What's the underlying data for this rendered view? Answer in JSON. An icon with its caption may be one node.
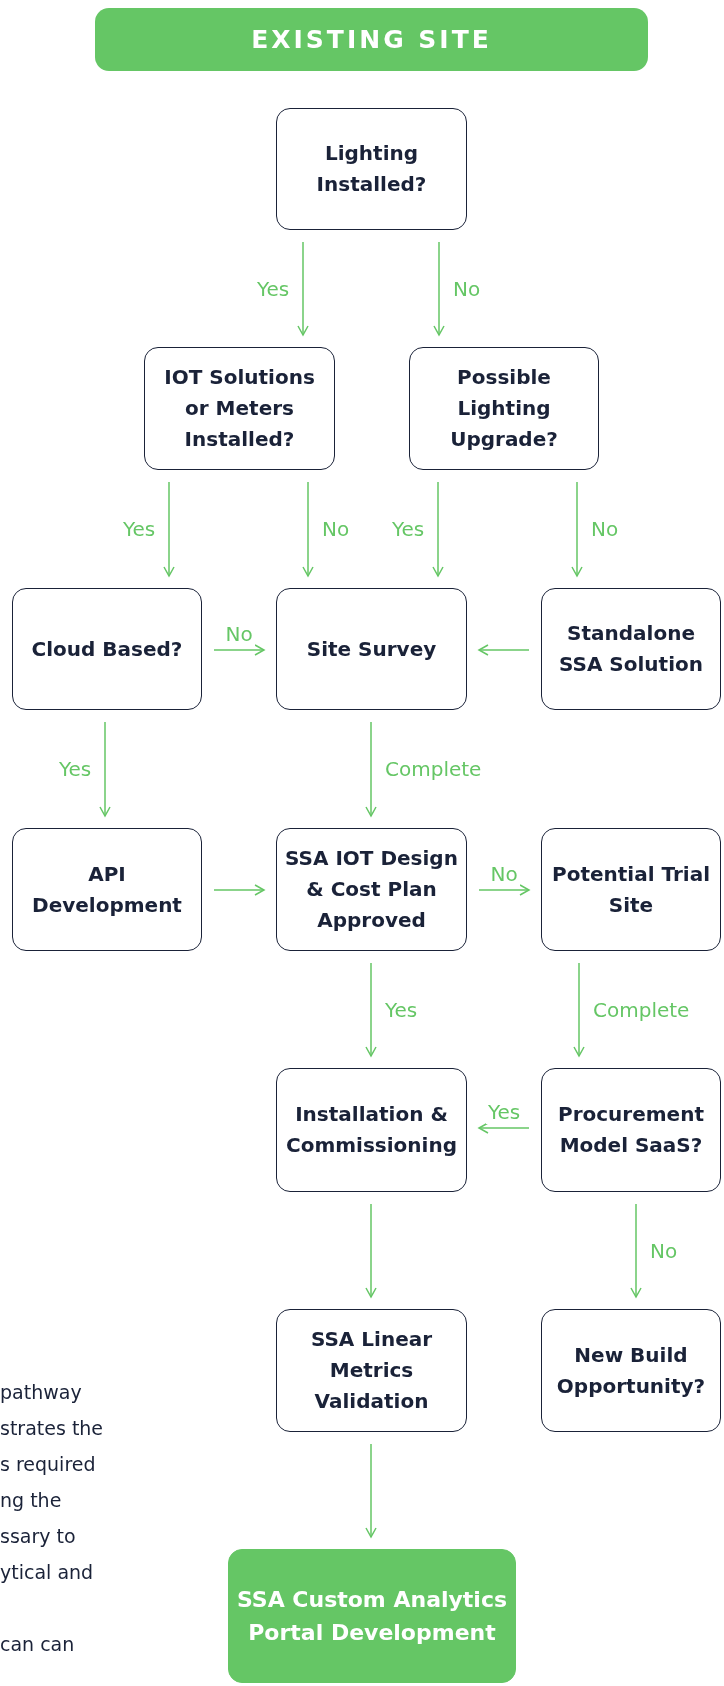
{
  "diagram": {
    "title": "EXISTING SITE",
    "nodes": [
      {
        "text": [
          "Lighting Installed?"
        ]
      },
      {
        "text": [
          "IOT Solutions or Meters Installed?"
        ]
      },
      {
        "text": [
          "Possible Lighting Upgrade?"
        ]
      },
      {
        "text": [
          "Cloud Based?"
        ]
      },
      {
        "text": [
          "Site Survey"
        ]
      },
      {
        "text": [
          "Standalone SSA Solution"
        ]
      },
      {
        "text": [
          "API Development"
        ]
      },
      {
        "text": [
          "SSA IOT Design & Cost Plan Approved"
        ]
      },
      {
        "text": [
          "Potential Trial Site"
        ]
      },
      {
        "text": [
          "Installation & Commissioning"
        ]
      },
      {
        "text": [
          "Procurement Model SaaS?"
        ]
      },
      {
        "text": [
          "SSA Linear Metrics Validation"
        ]
      },
      {
        "text": [
          "New Build Opportunity?"
        ]
      },
      {
        "text": [
          "SSA Custom Analytics Portal Development"
        ]
      }
    ],
    "edges": [
      {
        "from": 0,
        "to": 1,
        "arrow": "to",
        "label": "Yes"
      },
      {
        "from": 0,
        "to": 2,
        "arrow": "to",
        "label": "No"
      },
      {
        "from": 1,
        "to": 3,
        "arrow": "to",
        "label": "Yes"
      },
      {
        "from": 1,
        "to": 4,
        "arrow": "to",
        "label": "No"
      },
      {
        "from": 2,
        "to": 4,
        "arrow": "to",
        "label": "Yes"
      },
      {
        "from": 2,
        "to": 5,
        "arrow": "to",
        "label": "No"
      },
      {
        "from": 3,
        "to": 4,
        "arrow": "to",
        "label": "No"
      },
      {
        "from": 5,
        "to": 4,
        "arrow": "to"
      },
      {
        "from": 3,
        "to": 6,
        "arrow": "to",
        "label": "Yes"
      },
      {
        "from": 4,
        "to": 7,
        "arrow": "to",
        "label": "Complete"
      },
      {
        "from": 6,
        "to": 7,
        "arrow": "to"
      },
      {
        "from": 7,
        "to": 8,
        "arrow": "to",
        "label": "No"
      },
      {
        "from": 7,
        "to": 9,
        "arrow": "to",
        "label": "Yes"
      },
      {
        "from": 8,
        "to": 10,
        "arrow": "to",
        "label": "Complete"
      },
      {
        "from": 10,
        "to": 9,
        "arrow": "to",
        "label": "Yes"
      },
      {
        "from": 9,
        "to": 11,
        "arrow": "to"
      },
      {
        "from": 10,
        "to": 12,
        "arrow": "to",
        "label": "No"
      },
      {
        "from": 11,
        "to": 13,
        "arrow": "to"
      }
    ],
    "labels": [
      "pathway",
      "strates the",
      "s required",
      "ng the",
      "ssary to",
      "ytical and",
      "can can"
    ]
  }
}
